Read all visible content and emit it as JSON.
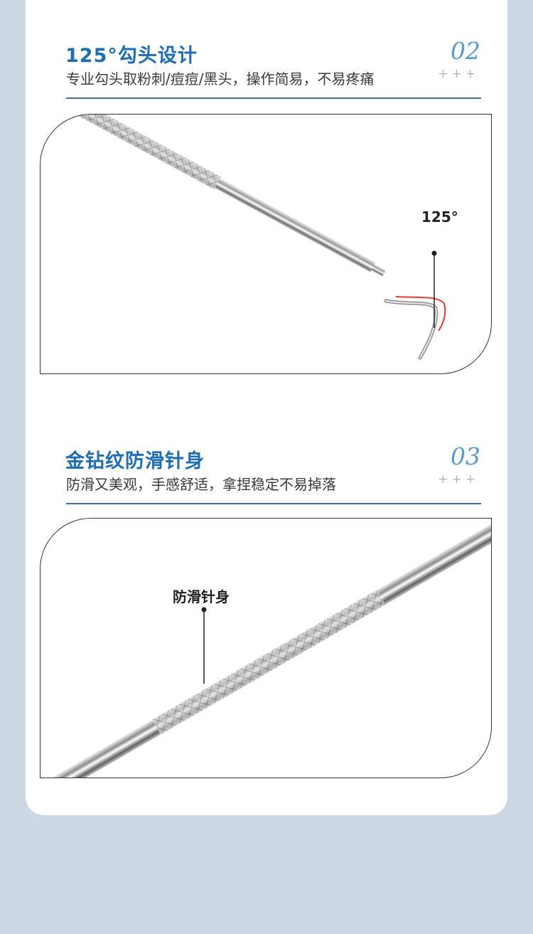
{
  "sections": [
    {
      "title": "125°勾头设计",
      "subtitle": "专业勾头取粉刺/痘痘/黑头，操作简易，不易疼痛",
      "number": "02",
      "plus": "+++",
      "callout": "125°"
    },
    {
      "title": "金钻纹防滑针身",
      "subtitle": "防滑又美观，手感舒适，拿捏稳定不易掉落",
      "number": "03",
      "plus": "+++",
      "callout": "防滑针身"
    }
  ],
  "colors": {
    "background": "#ccd8e3",
    "card": "#ffffff",
    "title": "#1e6db5",
    "number": "#5a9ad2",
    "rule": "#3f6f9c",
    "hook_highlight": "#e53935"
  }
}
